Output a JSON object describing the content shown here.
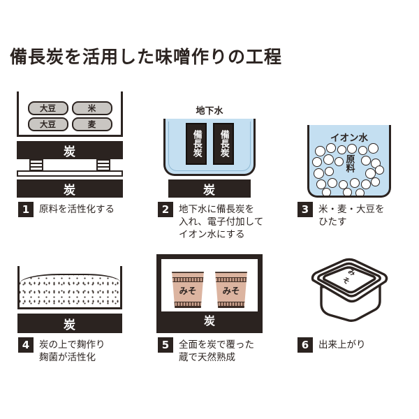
{
  "title": "備長炭を活用した味噌作りの工程",
  "steps": [
    {
      "number": "1",
      "caption": "原料を活性化する",
      "art": {
        "bags": [
          "大豆",
          "米",
          "大豆",
          "麦"
        ],
        "charcoal_upper": "炭",
        "charcoal_lower": "炭"
      }
    },
    {
      "number": "2",
      "caption": "地下水に備長炭を\n入れ、電子付加して\nイオン水にする",
      "art": {
        "water_label": "地下水",
        "stick_left": "備長炭",
        "stick_right": "備長炭",
        "charcoal": "炭"
      }
    },
    {
      "number": "3",
      "caption": "米・麦・大豆を\nひたす",
      "art": {
        "water_label": "イオン水",
        "material_label": "原料"
      }
    },
    {
      "number": "4",
      "caption": "炭の上で麹作り\n麹菌が活性化",
      "art": {
        "charcoal": "炭"
      }
    },
    {
      "number": "5",
      "caption": "全面を炭で覆った\n蔵で天然熟成",
      "art": {
        "barrel_left": "みそ",
        "barrel_right": "みそ",
        "charcoal": "炭"
      }
    },
    {
      "number": "6",
      "caption": "出来上がり",
      "art": {
        "lid_label": "みそ"
      }
    }
  ],
  "colors": {
    "ink": "#2b2320",
    "water": "#c4dff1",
    "bag_fill": "#c9c6c2",
    "barrel_fill": "#dcb4a0",
    "background": "#ffffff"
  }
}
